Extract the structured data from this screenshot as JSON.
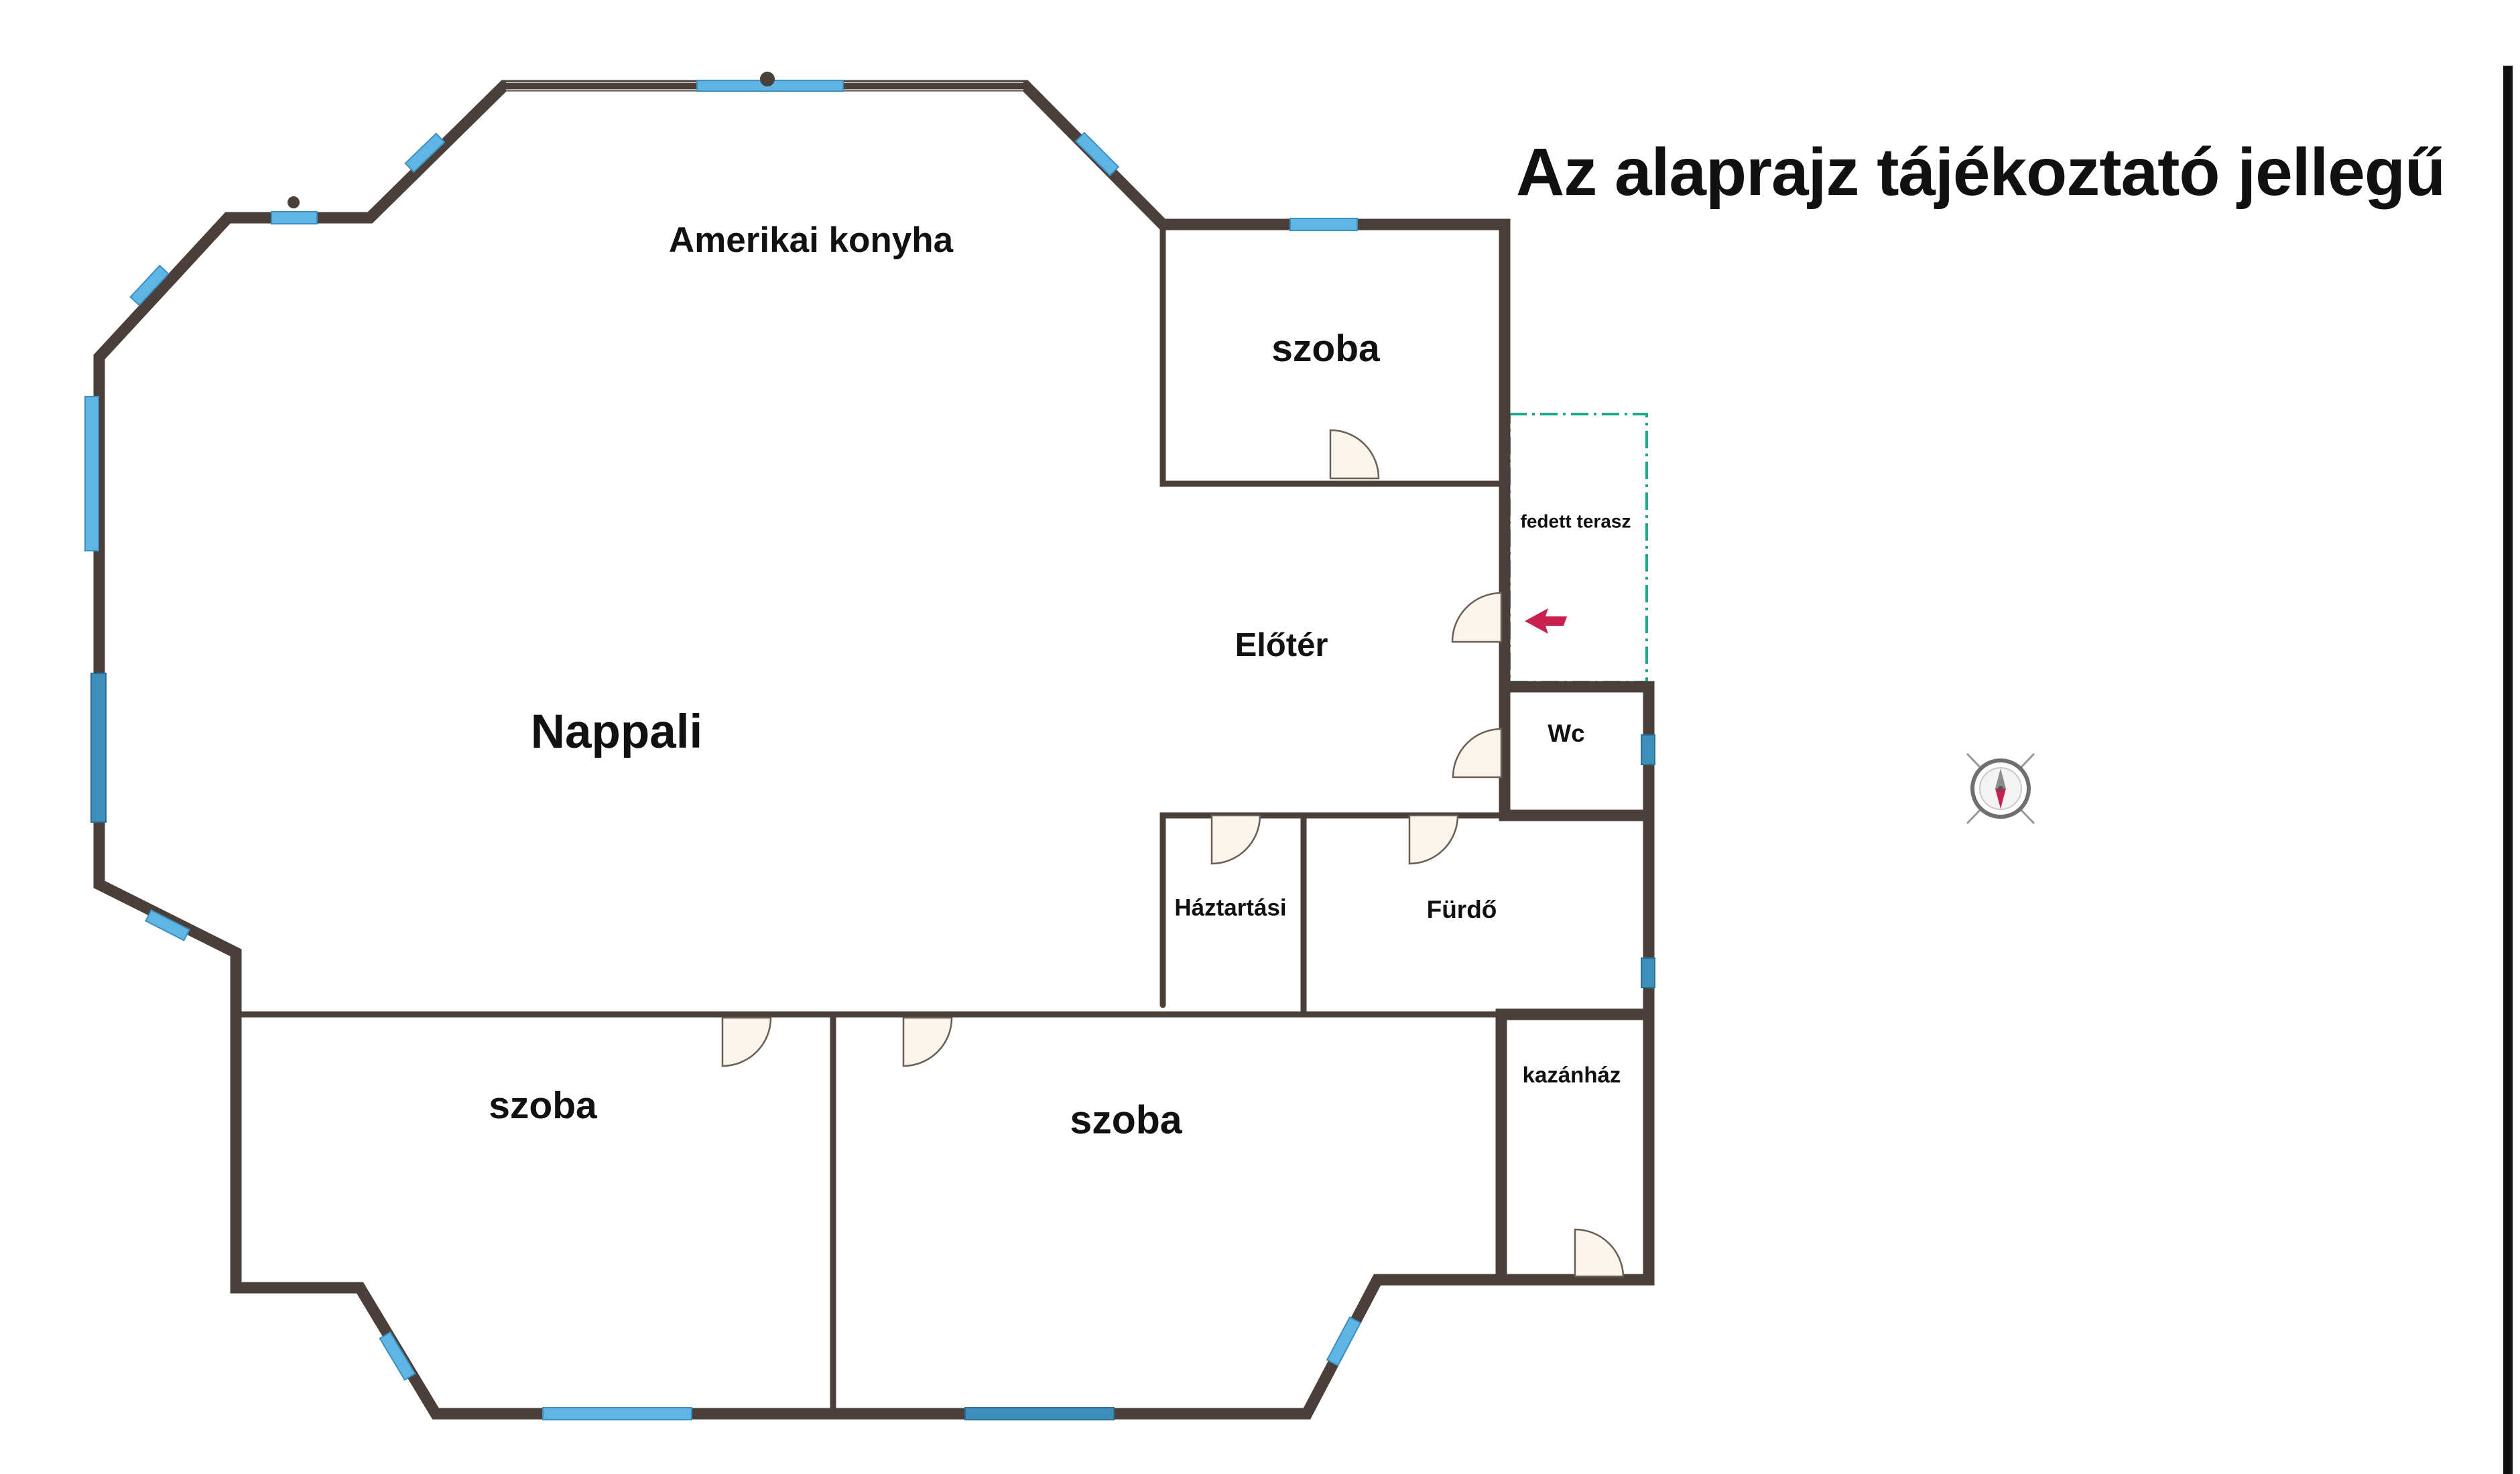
{
  "title": "Az alaprajz tájékoztató jellegű",
  "rooms": {
    "kitchen": "Amerikai konyha",
    "living": "Nappali",
    "room_top": "szoba",
    "hall": "Előtér",
    "terrace": "fedett terasz",
    "wc": "Wc",
    "utility": "Háztartási",
    "bath": "Fürdő",
    "room_bottom_left": "szoba",
    "room_bottom_right": "szoba",
    "boiler": "kazánház"
  },
  "icons": {
    "entrance": "entrance-arrow-icon",
    "compass": "compass-icon"
  },
  "colors": {
    "wall": "#4a3f39",
    "window": "#5fb6e6",
    "terrace_outline": "#1fa88a",
    "entrance_arrow": "#c8204f"
  }
}
